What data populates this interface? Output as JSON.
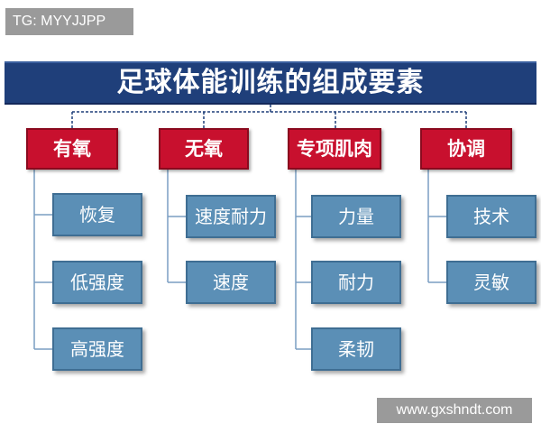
{
  "watermarks": {
    "top": "TG: MYYJJPP",
    "bottom": "www.gxshndt.com"
  },
  "diagram": {
    "title": "足球体能训练的组成要素",
    "categories": [
      {
        "label": "有氧",
        "items": [
          "恢复",
          "低强度",
          "高强度"
        ]
      },
      {
        "label": "无氧",
        "items": [
          "速度耐力",
          "速度"
        ]
      },
      {
        "label": "专项肌肉",
        "items": [
          "力量",
          "耐力",
          "柔韧"
        ]
      },
      {
        "label": "协调",
        "items": [
          "技术",
          "灵敏"
        ]
      }
    ]
  },
  "colors": {
    "title_bg": "#1f3f7a",
    "category_bg": "#c8102e",
    "item_bg": "#5b8fb6",
    "connector": "#1f3f7a"
  }
}
